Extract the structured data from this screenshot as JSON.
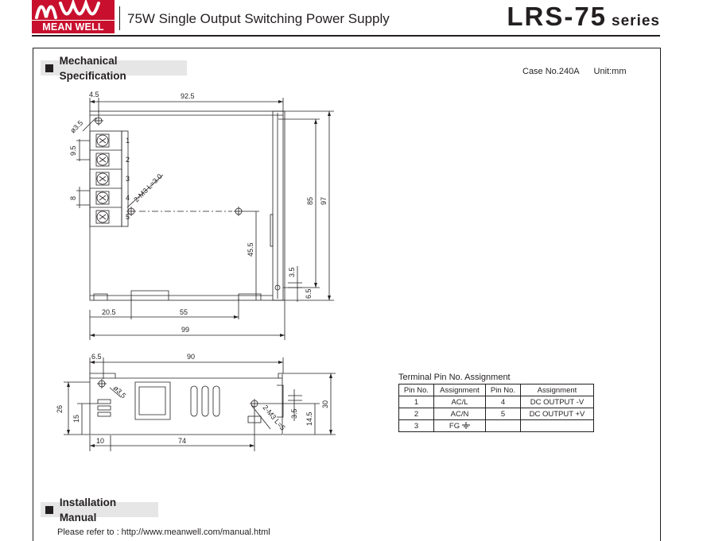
{
  "header": {
    "logo_text": "MEAN WELL",
    "subtitle": "75W Single Output Switching Power Supply",
    "model": "LRS-75",
    "series_word": "series",
    "brand_color": "#c8102e"
  },
  "mechanical": {
    "title": "Mechanical Specification",
    "case_no": "Case No.240A",
    "unit": "Unit:mm"
  },
  "top_view": {
    "dims": {
      "left_offset": "4.5",
      "width": "92.5",
      "hole_dia": "ø3.5",
      "pin_pitch": "9.5",
      "pin_width": "8",
      "screw": "2-M3 L=3.0",
      "hole_vspan": "45.5",
      "inner_height": "85",
      "total_height": "97",
      "edge_small": "3.5",
      "edge_bottom": "6.5",
      "bottom_left": "20.5",
      "hole_spacing": "55",
      "total_width": "99"
    },
    "pins": [
      "1",
      "2",
      "3",
      "4",
      "5"
    ]
  },
  "side_view": {
    "dims": {
      "left_offset": "6.5",
      "width": "90",
      "total_height": "26",
      "hole_height": "15",
      "hole_dia": "ø3.5",
      "screw": "2-M3 L=5",
      "edge": "3.5",
      "hole_from_bottom": "14.5",
      "body_height": "30",
      "bottom_left": "10",
      "hole_spacing": "74"
    }
  },
  "terminal_table": {
    "title": "Terminal Pin No.  Assignment",
    "headers": [
      "Pin No.",
      "Assignment",
      "Pin No.",
      "Assignment"
    ],
    "rows": [
      [
        "1",
        "AC/L",
        "4",
        "DC OUTPUT -V"
      ],
      [
        "2",
        "AC/N",
        "5",
        "DC OUTPUT +V"
      ],
      [
        "3",
        "FG",
        "",
        ""
      ]
    ]
  },
  "installation": {
    "title": "Installation Manual",
    "refer_label": "Please refer to :",
    "refer_url": "http://www.meanwell.com/manual.html"
  }
}
